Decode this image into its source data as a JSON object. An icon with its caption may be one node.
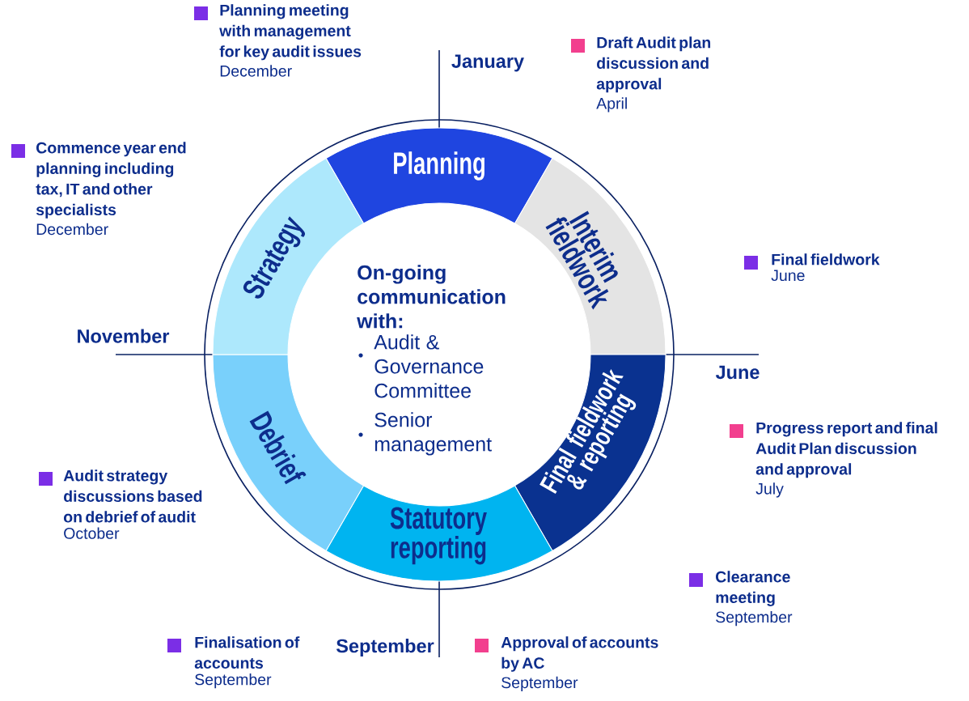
{
  "diagram": {
    "nodes": [
      {
        "text": [
          "Planning"
        ]
      },
      {
        "text": [
          "Interim fieldwork"
        ]
      },
      {
        "text": [
          "Final fieldwork & reporting"
        ]
      },
      {
        "text": [
          "Statutory reporting"
        ]
      },
      {
        "text": [
          "Debrief"
        ]
      },
      {
        "text": [
          "Strategy"
        ]
      },
      {
        "text": [
          "On-going communication with:",
          "Audit & Governance Committee",
          "Senior management"
        ]
      },
      {
        "text": [
          "Planning meeting with management for key audit issues",
          "December"
        ]
      },
      {
        "text": [
          "Draft Audit plan discussion and approval",
          "April"
        ]
      },
      {
        "text": [
          "Commence year end planning including tax, IT and other specialists",
          "December"
        ]
      },
      {
        "text": [
          "Final fieldwork",
          "June"
        ]
      },
      {
        "text": [
          "Progress report and final Audit Plan discussion and approval",
          "July"
        ]
      },
      {
        "text": [
          "Audit strategy discussions based on debrief of audit",
          "October"
        ]
      },
      {
        "text": [
          "Clearance meeting",
          "September"
        ]
      },
      {
        "text": [
          "Finalisation of accounts",
          "September"
        ]
      },
      {
        "text": [
          "Approval of accounts by AC",
          "September"
        ]
      }
    ],
    "labels": [
      "January",
      "November",
      "June",
      "September"
    ]
  }
}
